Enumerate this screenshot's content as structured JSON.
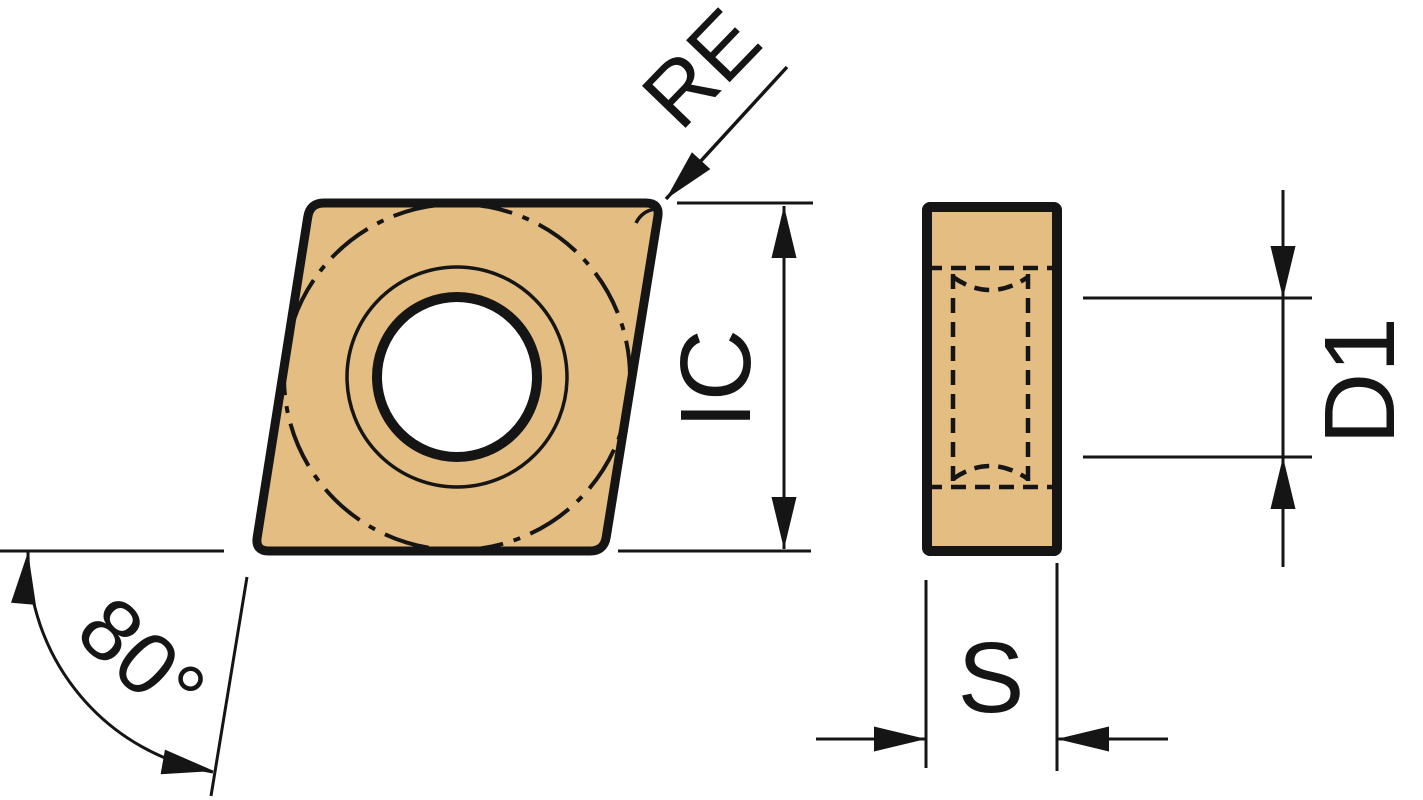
{
  "diagram": {
    "title": "insert-dimension-drawing",
    "labels": {
      "corner_radius": "RE",
      "inscribed_circle": "IC",
      "point_angle": "80°",
      "hole_diameter": "D1",
      "thickness": "S"
    },
    "colors": {
      "insert_fill": "#E4BD83",
      "line": "#151515",
      "background": "#FFFFFF"
    }
  }
}
